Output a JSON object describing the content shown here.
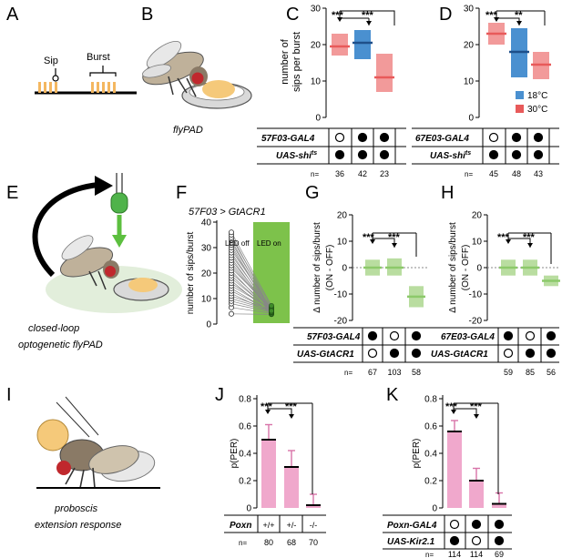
{
  "panels": {
    "A": {
      "letter": "A",
      "sip_label": "Sip",
      "burst_label": "Burst"
    },
    "B": {
      "letter": "B",
      "caption": "flyPAD"
    },
    "C": {
      "letter": "C",
      "ylabel_1": "number of",
      "ylabel_2": "sips per burst",
      "yticks": [
        "0",
        "10",
        "20",
        "30"
      ],
      "sig_1": "***",
      "sig_2": "***",
      "genotype_rows": [
        "57F03-GAL4",
        "UAS-shi"
      ],
      "genotype_sup": "ts",
      "row1_fill": [
        "open",
        "filled",
        "filled"
      ],
      "row2_fill": [
        "filled",
        "filled",
        "filled"
      ],
      "n_label": "n=",
      "n_values": [
        "36",
        "42",
        "23"
      ]
    },
    "D": {
      "letter": "D",
      "yticks": [
        "0",
        "10",
        "20",
        "30"
      ],
      "sig_1": "***",
      "sig_2": "**",
      "legend": [
        "18°C",
        "30°C"
      ],
      "genotype_rows": [
        "67E03-GAL4",
        "UAS-shi"
      ],
      "genotype_sup": "ts",
      "row1_fill": [
        "open",
        "filled",
        "filled"
      ],
      "row2_fill": [
        "filled",
        "filled",
        "filled"
      ],
      "n_label": "n=",
      "n_values": [
        "45",
        "48",
        "43"
      ]
    },
    "E": {
      "letter": "E",
      "caption_1": "closed-loop",
      "caption_2": "optogenetic flyPAD"
    },
    "F": {
      "letter": "F",
      "title": "57F03 > GtACR1",
      "ylabel": "number of sips/burst",
      "yticks": [
        "0",
        "10",
        "20",
        "30",
        "40"
      ],
      "led_off": "LED off",
      "led_on": "LED on"
    },
    "G": {
      "letter": "G",
      "ylabel_1": "Δ number of sips/burst",
      "ylabel_2": "(ON - OFF)",
      "yticks": [
        "-20",
        "-10",
        "0",
        "10",
        "20"
      ],
      "sig_1": "***",
      "sig_2": "***",
      "genotype_rows": [
        "57F03-GAL4",
        "UAS-GtACR1"
      ],
      "row1_fill": [
        "filled",
        "open",
        "filled"
      ],
      "row2_fill": [
        "open",
        "filled",
        "filled"
      ],
      "n_label": "n=",
      "n_values": [
        "67",
        "103",
        "58"
      ]
    },
    "H": {
      "letter": "H",
      "ylabel_1": "Δ number of sips/burst",
      "ylabel_2": "(ON - OFF)",
      "yticks": [
        "-20",
        "-10",
        "0",
        "10",
        "20"
      ],
      "sig_1": "***",
      "sig_2": "***",
      "genotype_rows": [
        "67E03-GAL4",
        "UAS-GtACR1"
      ],
      "row1_fill": [
        "filled",
        "open",
        "filled"
      ],
      "row2_fill": [
        "open",
        "filled",
        "filled"
      ],
      "n_values": [
        "59",
        "85",
        "56"
      ]
    },
    "I": {
      "letter": "I",
      "caption_1": "proboscis",
      "caption_2": "extension response"
    },
    "J": {
      "letter": "J",
      "ylabel": "p(PER)",
      "yticks": [
        "0",
        "0.2",
        "0.4",
        "0.6",
        "0.8"
      ],
      "sig_1": "***",
      "sig_2": "***",
      "genotype_label": "Poxn",
      "genotypes": [
        "+/+",
        "+/-",
        "-/-"
      ],
      "n_label": "n=",
      "n_values": [
        "80",
        "68",
        "70"
      ]
    },
    "K": {
      "letter": "K",
      "ylabel": "p(PER)",
      "yticks": [
        "0",
        "0.2",
        "0.4",
        "0.6",
        "0.8"
      ],
      "sig_1": "***",
      "sig_2": "***",
      "genotype_rows": [
        "Poxn-GAL4",
        "UAS-Kir2.1"
      ],
      "row1_fill": [
        "open",
        "filled",
        "filled"
      ],
      "row2_fill": [
        "filled",
        "open",
        "filled"
      ],
      "n_label": "n=",
      "n_values": [
        "114",
        "114",
        "69"
      ]
    }
  },
  "colors": {
    "c18": "#4a90d0",
    "c30": "#e85a5a",
    "c30_box": "#f29a9a",
    "green": "#8cc96a",
    "green_light": "#b9dda0",
    "pink": "#f0a8cc",
    "pink_err": "#d873a8",
    "led": "#7dc24b",
    "orange": "#f4b760"
  },
  "chart_data": [
    {
      "panel": "C",
      "type": "box",
      "ylabel": "number of sips per burst",
      "ylim": [
        0,
        30
      ],
      "groups": [
        {
          "color": "30°C",
          "median": 19.5,
          "q1": 17,
          "q3": 23
        },
        {
          "color": "18°C",
          "median": 20.5,
          "q1": 16,
          "q3": 24
        },
        {
          "color": "30°C",
          "median": 11,
          "q1": 7,
          "q3": 17.5
        }
      ]
    },
    {
      "panel": "D",
      "type": "box",
      "ylim": [
        0,
        30
      ],
      "groups": [
        {
          "color": "30°C",
          "median": 23,
          "q1": 20,
          "q3": 26
        },
        {
          "color": "18°C",
          "median": 18,
          "q1": 11,
          "q3": 24.5
        },
        {
          "color": "30°C",
          "median": 14.5,
          "q1": 10.5,
          "q3": 18
        }
      ]
    },
    {
      "panel": "F",
      "type": "paired",
      "ylabel": "number of sips/burst",
      "ylim": [
        0,
        40
      ],
      "off_values": [
        4,
        6.5,
        8,
        9,
        10,
        11,
        12,
        13,
        14,
        15,
        16,
        17,
        18,
        19,
        20,
        21,
        22,
        23,
        24,
        25,
        26,
        27,
        28,
        29,
        30,
        31,
        32,
        33,
        34,
        35,
        36
      ],
      "on_values": [
        3.8,
        4.2,
        4.6,
        5,
        5.3,
        5.6,
        4.4,
        5.1,
        4.8,
        6,
        5.5,
        4,
        5.2,
        4.7,
        5.8,
        4.3,
        6.2,
        5,
        4.9,
        5.4,
        4.1,
        5.7,
        4.5,
        6.4,
        5,
        4.6,
        5.9,
        4.8,
        6.8,
        5.2,
        7.2
      ]
    },
    {
      "panel": "G",
      "type": "box",
      "ylim": [
        -20,
        20
      ],
      "groups": [
        {
          "median": 0,
          "q1": -3,
          "q3": 3
        },
        {
          "median": 0,
          "q1": -3,
          "q3": 3.5
        },
        {
          "median": -11,
          "q1": -15,
          "q3": -7
        }
      ]
    },
    {
      "panel": "H",
      "type": "box",
      "ylim": [
        -20,
        20
      ],
      "groups": [
        {
          "median": 0,
          "q1": -3,
          "q3": 3
        },
        {
          "median": 0,
          "q1": -3,
          "q3": 3
        },
        {
          "median": -5,
          "q1": -7,
          "q3": -3
        }
      ]
    },
    {
      "panel": "J",
      "type": "bar",
      "ylabel": "p(PER)",
      "ylim": [
        0,
        0.8
      ],
      "values": [
        0.5,
        0.3,
        0.02
      ],
      "errors": [
        0.11,
        0.12,
        0.08
      ]
    },
    {
      "panel": "K",
      "type": "bar",
      "ylabel": "p(PER)",
      "ylim": [
        0,
        0.8
      ],
      "values": [
        0.56,
        0.2,
        0.03
      ],
      "errors": [
        0.08,
        0.09,
        0.08
      ]
    }
  ]
}
